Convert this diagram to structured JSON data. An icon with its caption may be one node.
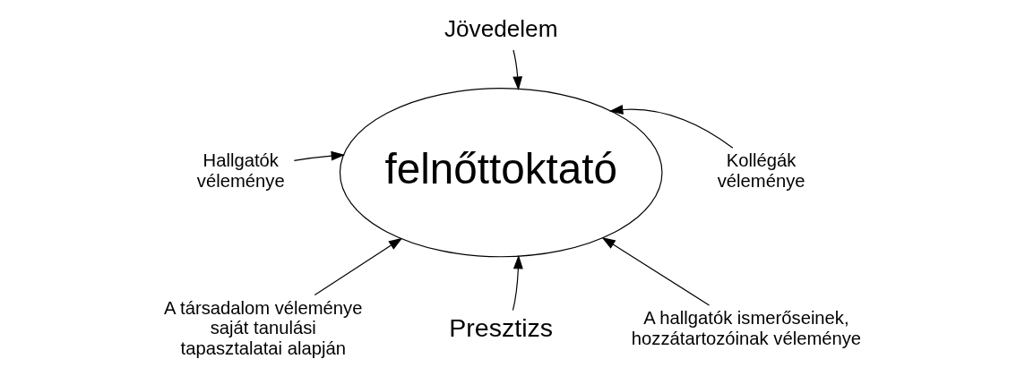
{
  "diagram": {
    "nodes": [
      {
        "text": [
          "felnőttoktató"
        ]
      },
      {
        "text": [
          "Jövedelem"
        ]
      },
      {
        "text": [
          "Hallgatók véleménye"
        ]
      },
      {
        "text": [
          "Kollégák véleménye"
        ]
      },
      {
        "text": [
          "A társadalom véleménye saját tanulási tapasztalatai alapján"
        ]
      },
      {
        "text": [
          "A hallgatók ismerőseinek, hozzátartozóinak véleménye"
        ]
      },
      {
        "text": [
          "Presztizs"
        ]
      }
    ],
    "edges": [
      {
        "from": 1,
        "to": 0,
        "arrow": "to"
      },
      {
        "from": 2,
        "to": 0,
        "arrow": "to"
      },
      {
        "from": 3,
        "to": 0,
        "arrow": "to"
      },
      {
        "from": 4,
        "to": 0,
        "arrow": "to"
      },
      {
        "from": 5,
        "to": 0,
        "arrow": "to"
      },
      {
        "from": 6,
        "to": 0,
        "arrow": "to"
      }
    ]
  }
}
